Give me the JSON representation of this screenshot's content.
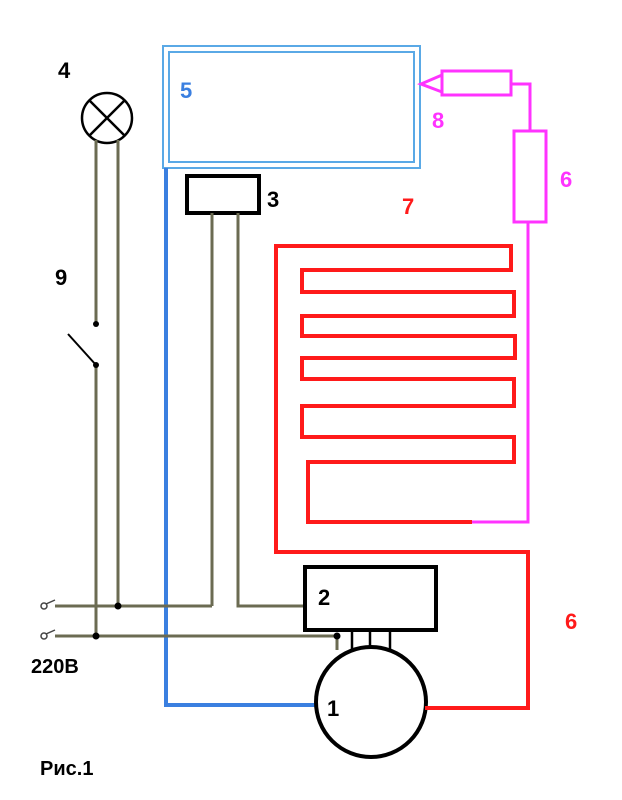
{
  "labels": {
    "compressor": "1",
    "relay": "2",
    "thermostat": "3",
    "lamp": "4",
    "evaporator": "5",
    "capillary_upper": "6",
    "condenser": "7",
    "filter_dryer": "8",
    "door_switch": "9",
    "discharge_tube": "6",
    "supply": "220В",
    "caption": "Рис.1"
  },
  "colors": {
    "suction_line": "#3a7fe0",
    "evaporator": "#5aa9e6",
    "condenser": "#ff1a1a",
    "capillary": "#ff33ff",
    "wiring": "#6b6b52",
    "black": "#000000"
  },
  "icons": {
    "lamp": "lamp-icon",
    "switch": "switch-icon",
    "terminal": "terminal-icon"
  }
}
